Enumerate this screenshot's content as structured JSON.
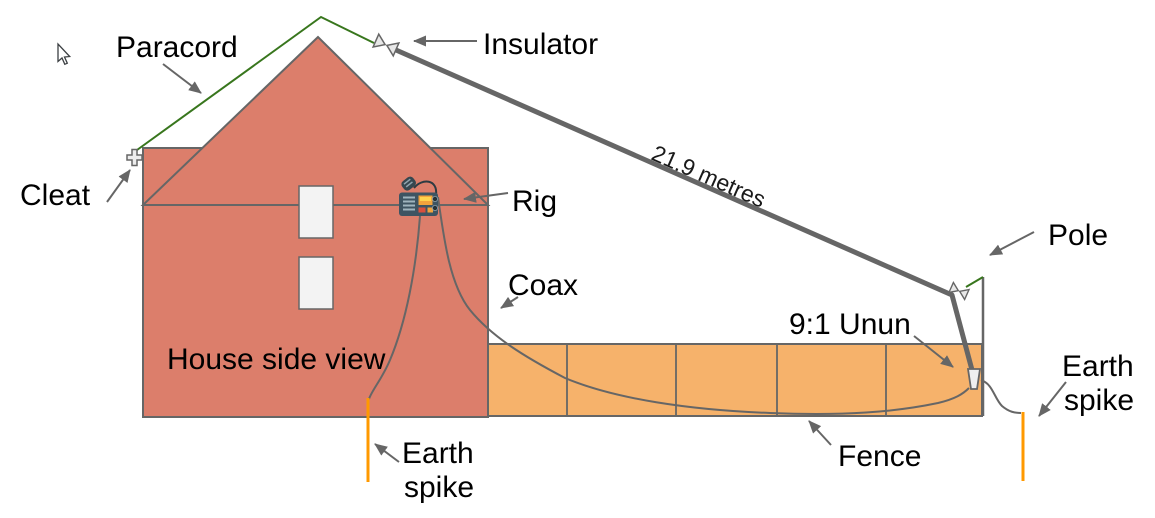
{
  "title": "Antenna installation side-view diagram",
  "colors": {
    "house": "#DC7E6B",
    "fence": "#F6B26B",
    "window": "#F3F3F3",
    "earth_spike": "#FF9900",
    "paracord": "#38761D",
    "wire": "#666666",
    "insulator_fill": "#E8E8E8",
    "unun_fill": "#EFEFEF",
    "label_text": "#000000"
  },
  "labels": {
    "paracord": "Paracord",
    "insulator": "Insulator",
    "cleat": "Cleat",
    "rig": "Rig",
    "coax": "Coax",
    "house_side_view": "House side view",
    "wire_length": "21.9 metres",
    "pole": "Pole",
    "unun": "9:1 Unun",
    "fence": "Fence",
    "earth_spike_left": {
      "line1": "Earth",
      "line2": "spike"
    },
    "earth_spike_right": {
      "line1": "Earth",
      "line2": "spike"
    }
  }
}
